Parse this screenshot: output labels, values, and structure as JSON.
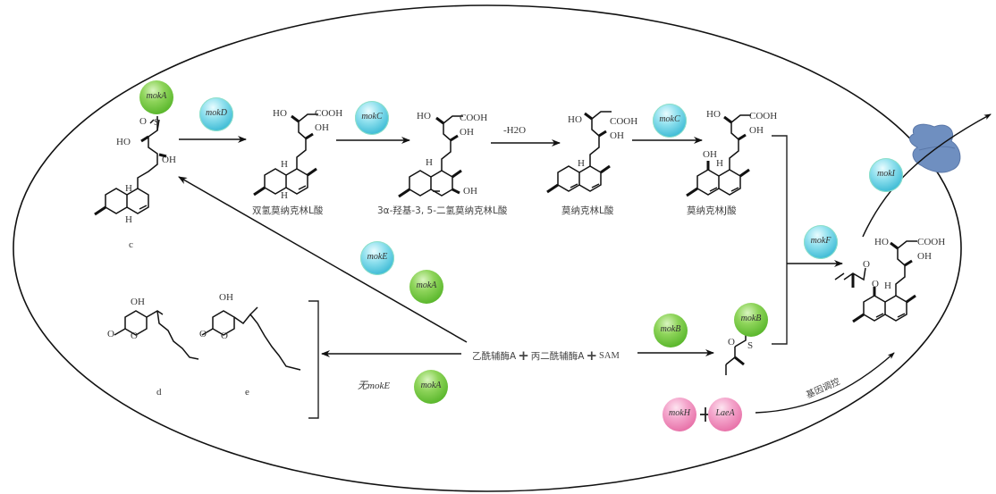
{
  "diagram": {
    "title": "Monacolin K biosynthesis pathway",
    "compounds": {
      "c": {
        "label": "c"
      },
      "d": {
        "label": "d"
      },
      "e": {
        "label": "e"
      },
      "dihydromonacolin_L": {
        "name": "双氢莫纳克林L酸"
      },
      "hydroxy_dihydro_monacolin_L": {
        "name": "3α-羟基-3, 5-二氢莫纳克林L酸"
      },
      "monacolin_L": {
        "name": "莫纳克林L酸"
      },
      "monacolin_J": {
        "name": "莫纳克林J酸"
      },
      "monacolin_K": {
        "name": ""
      }
    },
    "substrates": {
      "acetyl_coa": "乙酰辅酶A",
      "malonyl_coa": "丙二酰辅酶A",
      "sam": "SAM",
      "plus": "+"
    },
    "step_labels": {
      "dehydration": "-H2O",
      "no_mokE": "无mokE",
      "gene_regulation": "基因调控"
    },
    "atom_labels": {
      "cooh": "COOH",
      "oh": "OH",
      "ho": "HO",
      "h": "H",
      "o": "O",
      "s": "S"
    },
    "enzymes": [
      {
        "id": "mokA-top",
        "label": "mokA",
        "color": "green"
      },
      {
        "id": "mokD",
        "label": "mokD",
        "color": "cyan"
      },
      {
        "id": "mokC-1",
        "label": "mokC",
        "color": "cyan"
      },
      {
        "id": "mokC-2",
        "label": "mokC",
        "color": "cyan"
      },
      {
        "id": "mokE",
        "label": "mokE",
        "color": "cyan"
      },
      {
        "id": "mokA-mid",
        "label": "mokA",
        "color": "green"
      },
      {
        "id": "mokA-low",
        "label": "mokA",
        "color": "green"
      },
      {
        "id": "mokB-1",
        "label": "mokB",
        "color": "green"
      },
      {
        "id": "mokB-2",
        "label": "mokB",
        "color": "green"
      },
      {
        "id": "mokF",
        "label": "mokF",
        "color": "cyan"
      },
      {
        "id": "mokI",
        "label": "mokI",
        "color": "cyan"
      },
      {
        "id": "mokH",
        "label": "mokH",
        "color": "pink"
      },
      {
        "id": "LaeA",
        "label": "LaeA",
        "color": "pink"
      }
    ],
    "colors": {
      "green": "#5cb82e",
      "cyan": "#40bcd6",
      "pink": "#e874aa",
      "transporter": "#6f8fc0",
      "line": "#111111"
    }
  }
}
